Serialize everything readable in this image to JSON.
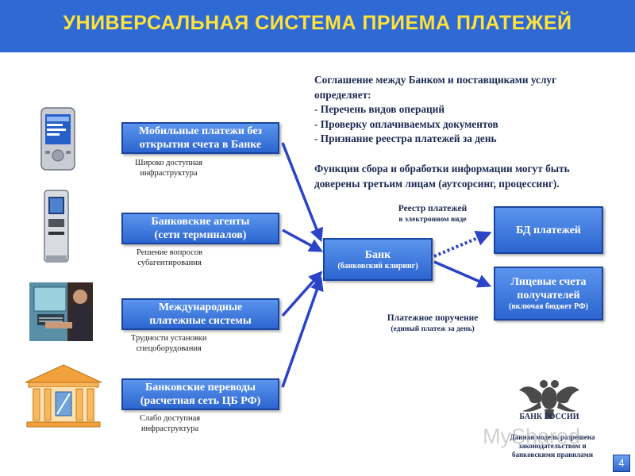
{
  "header": {
    "title": "УНИВЕРСАЛЬНАЯ  СИСТЕМА  ПРИЕМА  ПЛАТЕЖЕЙ"
  },
  "channels": [
    {
      "line1": "Мобильные платежи без",
      "line2": "открытия счета в Банке",
      "note1": "Широко доступная",
      "note2": "инфраструктура"
    },
    {
      "line1": "Банковские агенты",
      "line2": "(сети терминалов)",
      "note1": "Решение вопросов",
      "note2": "субагентирования"
    },
    {
      "line1": "Международные",
      "line2": "платежные системы",
      "note1": "Трудности установки",
      "note2": "спецоборудования"
    },
    {
      "line1": "Банковские переводы",
      "line2": "(расчетная сеть ЦБ РФ)",
      "note1": "Слабо доступная",
      "note2": "инфраструктура"
    }
  ],
  "bank": {
    "title": "Банк",
    "subtitle": "(банковский клиринг)"
  },
  "db": {
    "title": "БД  платежей"
  },
  "accounts": {
    "line1": "Лицевые счета",
    "line2": "получателей",
    "subtitle": "(включая бюджет РФ)"
  },
  "agreement": {
    "lines": [
      "Соглашение между Банком и поставщиками услуг",
      "определяет:",
      "- Перечень видов операций",
      "- Проверку оплачиваемых документов",
      "- Признание реестра платежей за день"
    ]
  },
  "outsourcing": {
    "lines": [
      "Функции сбора и обработки информации могут быть",
      "доверены третьим лицам (аутсорсинг, процессинг)."
    ]
  },
  "registry": {
    "line1": "Реестр платежей",
    "line2": "в электронном виде"
  },
  "payment_order": {
    "line1": "Платежное поручение",
    "line2": "(единый платеж за день)"
  },
  "emblem": {
    "text": "БАНК РОССИИ",
    "caption_lines": [
      "Данная модель разрешена",
      "законодательством и",
      "банковскими правилами"
    ]
  },
  "watermark": "MyShared",
  "page_number": "4",
  "colors": {
    "header_bg": "#2f69d3",
    "title": "#ffe23a",
    "box": "#3d78e0",
    "arrow": "#2b43c7"
  }
}
